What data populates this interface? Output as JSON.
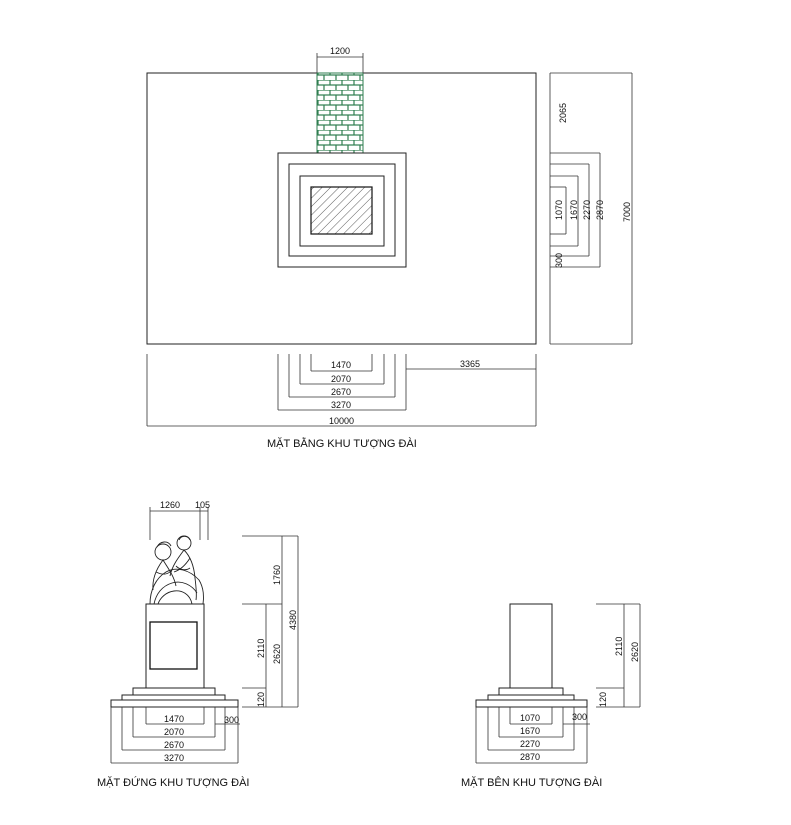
{
  "titles": {
    "plan": "MẶT BẰNG KHU TƯỢNG ĐÀI",
    "front": "MẶT ĐỨNG KHU TƯỢNG ĐÀI",
    "side": "MẶT BÊN KHU TƯỢNG ĐÀI"
  },
  "plan": {
    "top_width": "1200",
    "right_top": "2065",
    "right_inner": [
      "1070",
      "1670",
      "2270",
      "2870"
    ],
    "right_total": "7000",
    "right_step": "300",
    "bottom_steps": [
      "1470",
      "2070",
      "2670",
      "3270"
    ],
    "bottom_offset": "3365",
    "bottom_total": "10000"
  },
  "front": {
    "top_dims": [
      "1260",
      "105"
    ],
    "right_dims": [
      "1760",
      "4380",
      "2110",
      "2620",
      "120"
    ],
    "step_label": "300",
    "bottom_steps": [
      "1470",
      "2070",
      "2670",
      "3270"
    ]
  },
  "side": {
    "right_dims": [
      "2110",
      "2620",
      "120"
    ],
    "step_label": "300",
    "bottom_steps": [
      "1070",
      "1670",
      "2270",
      "2870"
    ]
  },
  "colors": {
    "brick": "#2e7d4f",
    "line": "#222222"
  }
}
